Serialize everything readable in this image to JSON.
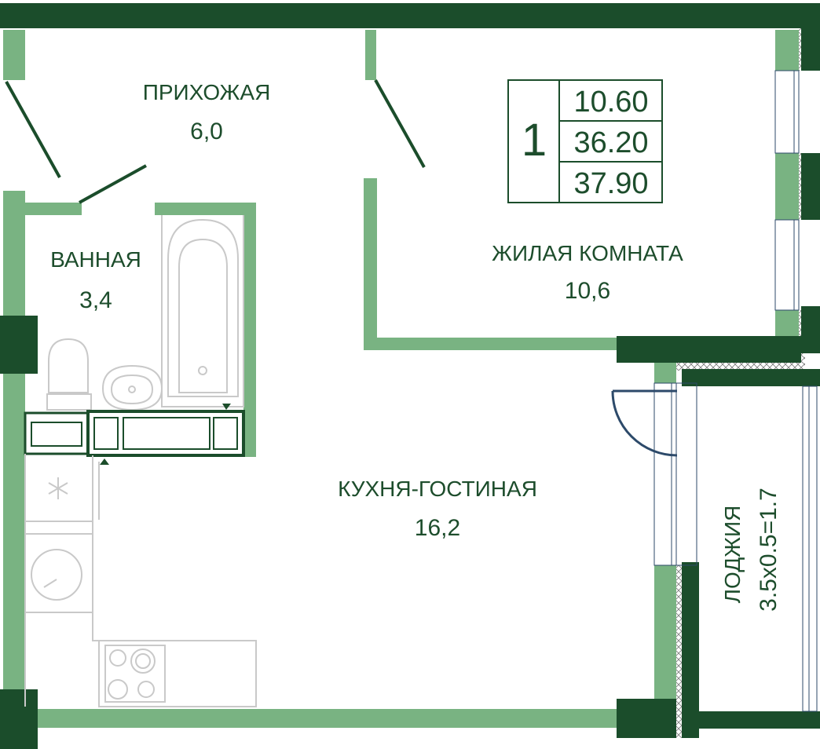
{
  "colors": {
    "wall_dark": "#1b4d2b",
    "wall_light": "#79b382",
    "ink": "#1d4d2c",
    "fixture": "#c9c9c9",
    "door_swing": "#2d4a6a"
  },
  "spec_table": {
    "rooms": "1",
    "living_area": "10.60",
    "total_area": "36.20",
    "total_with_loggia": "37.90"
  },
  "rooms": {
    "hallway": {
      "name": "ПРИХОЖАЯ",
      "area": "6,0"
    },
    "bathroom": {
      "name": "ВАННАЯ",
      "area": "3,4"
    },
    "living_room": {
      "name": "ЖИЛАЯ КОМНАТА",
      "area": "10,6"
    },
    "kitchen_living": {
      "name": "КУХНЯ-ГОСТИНАЯ",
      "area": "16,2"
    },
    "loggia": {
      "name": "ЛОДЖИЯ",
      "area": "3.5х0.5=1.7"
    }
  },
  "icons": {
    "fridge": "snowflake-icon",
    "washer": "washing-machine-icon",
    "stove": "cooktop-icon",
    "toilet": "toilet-icon",
    "sink": "sink-icon",
    "bathtub": "bathtub-icon"
  }
}
